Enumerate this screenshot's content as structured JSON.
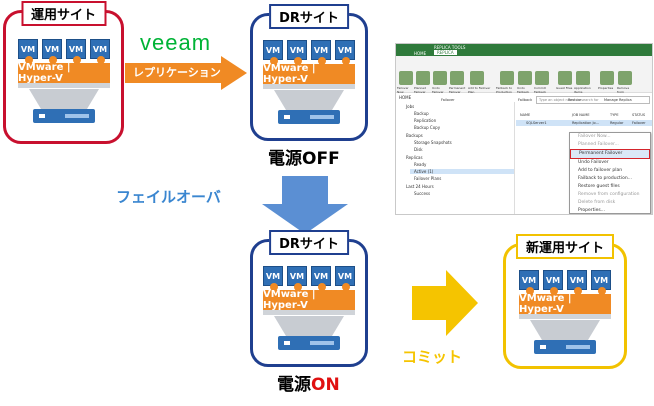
{
  "source_box": {
    "title": "運用サイト",
    "border_color": "#c8102e"
  },
  "dr_box_top": {
    "title": "DRサイト",
    "border_color": "#1f3f8f"
  },
  "dr_box_bottom": {
    "title": "DRサイト",
    "border_color": "#1f3f8f"
  },
  "new_box": {
    "title": "新運用サイト",
    "border_color": "#f2c200"
  },
  "server": {
    "vm_labels": [
      "VM",
      "VM",
      "VM",
      "VM"
    ],
    "hypervisor_label": "VMware | Hyper-V"
  },
  "veeam_logo": "veeam",
  "replication_label": "レプリケーション",
  "failover_label": "フェイルオーバ",
  "power_off": {
    "prefix": "電源",
    "state": "OFF"
  },
  "power_on": {
    "prefix": "電源",
    "state": "ON"
  },
  "commit_label": "コミット",
  "colors": {
    "orange": "#f08a24",
    "blue": "#2f6fb5",
    "arrow_blue": "#5b8fd3",
    "yellow": "#f5c400",
    "red": "#e01010",
    "veeam_green": "#00b336"
  },
  "screenshot": {
    "tabs": [
      "HOME",
      "REPLICA"
    ],
    "tool_tab": "REPLICA TOOLS",
    "ribbon": [
      "Failover Now",
      "Planned Failover",
      "Undo Failover",
      "Permanent Failover",
      "Add to Failover Plan",
      "Failback to Production",
      "Undo Failback",
      "Commit Failback",
      "Guest Files",
      "Application Items",
      "Properties",
      "Remove from"
    ],
    "groups": [
      "Failover",
      "Failback",
      "Restore",
      "Manage Replica"
    ],
    "nav_header": "HOME",
    "nav_items": [
      "Jobs",
      "Backup",
      "Replication",
      "Backup Copy",
      "Backups",
      "Storage Snapshots",
      "Disk",
      "Replicas",
      "Ready",
      "Active (1)",
      "Failover Plans",
      "Last 24 Hours",
      "Success"
    ],
    "search_placeholder": "Type an object name to search for",
    "columns": [
      "NAME",
      "JOB NAME",
      "TYPE",
      "STATUS"
    ],
    "row": [
      "SQLServer1",
      "Replication Jo...",
      "Regular",
      "Failover"
    ],
    "context_menu": [
      "Failover Now...",
      "Planned Failover...",
      "Permanent Failover",
      "Undo Failover",
      "Add to failover plan",
      "Failback to production...",
      "Restore guest files",
      "Remove from configuration",
      "Delete from disk",
      "Properties..."
    ]
  }
}
